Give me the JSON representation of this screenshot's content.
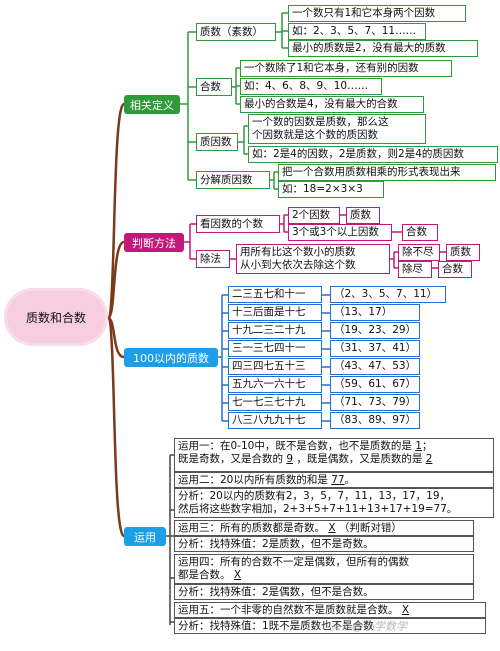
{
  "root": "质数和合数",
  "branches": {
    "definitions": "相关定义",
    "judge": "判断方法",
    "primes100": "100以内的质数",
    "usage": "运用"
  },
  "definitions": {
    "prime": {
      "label": "质数（素数）",
      "items": [
        "一个数只有1和它本身两个因数",
        "如：2、3、5、7、11……",
        "最小的质数是2，没有最大的质数"
      ]
    },
    "composite": {
      "label": "合数",
      "items": [
        "一个数除了1和它本身，还有别的因数",
        "如：4、6、8、9、10……",
        "最小的合数是4，没有最大的合数"
      ]
    },
    "prime_factor": {
      "label": "质因数",
      "items": [
        "一个数的因数是质数，那么这",
        "个因数就是这个数的质因数",
        "如：2是4的因数，2是质数，则2是4的质因数"
      ]
    },
    "factorize": {
      "label": "分解质因数",
      "items": [
        "把一个合数用质数相乘的形式表现出来",
        "如：18=2×3×3"
      ]
    }
  },
  "judge": {
    "count_method": "看因数的个数",
    "two_factors": "2个因数",
    "prime_result": "质数",
    "three_factors": "3个或3个以上因数",
    "composite_result": "合数",
    "division_method": "除法",
    "division_desc_1": "用所有比这个数小的质数",
    "division_desc_2": "从小到大依次去除这个数",
    "not_divisible": "除不尽",
    "prime_result_2": "质数",
    "divisible": "除尽",
    "composite_result_2": "合数"
  },
  "primes100": [
    {
      "rhyme": "二三五七和十一",
      "primes": "（2、3、5、7、11）"
    },
    {
      "rhyme": "十三后面是十七",
      "primes": "（13、17）"
    },
    {
      "rhyme": "十九二三二十九",
      "primes": "（19、23、29）"
    },
    {
      "rhyme": "三一三七四十一",
      "primes": "（31、37、41）"
    },
    {
      "rhyme": "四三四七五十三",
      "primes": "（43、47、53）"
    },
    {
      "rhyme": "五九六一六十七",
      "primes": "（59、61、67）"
    },
    {
      "rhyme": "七一七三七十九",
      "primes": "（71、73、79）"
    },
    {
      "rhyme": "八三八九九十七",
      "primes": "（83、89、97）"
    }
  ],
  "usage": {
    "u1_line1": "运用一：在0-10中，既不是合数，也不是质数的是",
    "u1_ans1": "1",
    "u1_line2a": "既是奇数，又是合数的",
    "u1_ans2": "9",
    "u1_line2b": "，既是偶数，又是质数的是",
    "u1_ans3": "2",
    "u2_line1": "运用二：20以内所有质数的和是",
    "u2_ans": "77",
    "u2_analysis1": "分析：20以内的质数有2，3，5，7，11，13，17，19，",
    "u2_analysis2": "然后将这些数字相加，2+3+5+7+11+13+17+19=77。",
    "u3_line": "运用三：所有的质数都是奇数。",
    "u3_ans": "X",
    "u3_note": "（判断对错）",
    "u3_analysis": "分析：找特殊值：2是质数，但不是奇数。",
    "u4_line1": "运用四：所有的合数不一定是偶数，但所有的偶数",
    "u4_line2": "都是合数。",
    "u4_ans": "X",
    "u4_analysis": "分析：找特殊值：2是偶数，但不是合数。",
    "u5_line": "运用五：一个非零的自然数不是质数就是合数。",
    "u5_ans": "X",
    "u5_analysis": "分析：找特殊值：1既不是质数也不是合数"
  },
  "watermark": "头条@小学数学"
}
